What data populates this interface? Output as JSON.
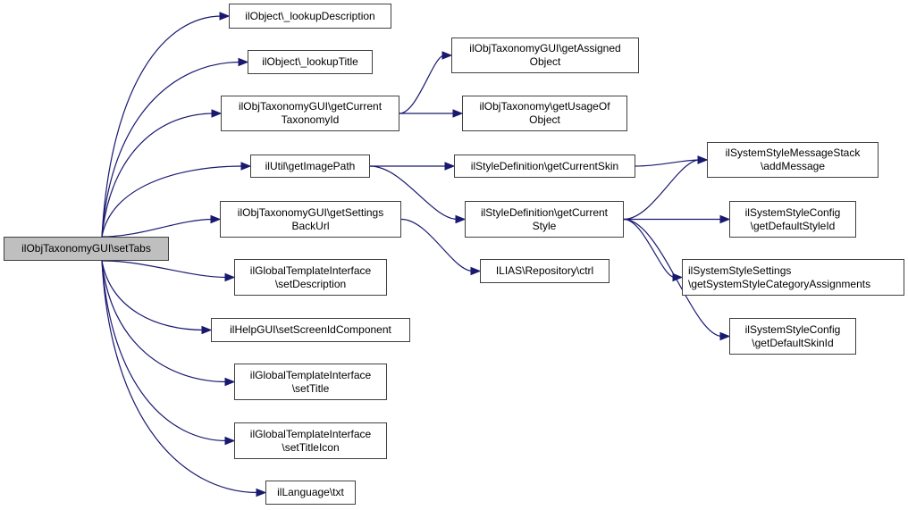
{
  "edge_color": "#191970",
  "nodes": {
    "root": "ilObjTaxonomyGUI\\setTabs",
    "lookupDescription": "ilObject\\_lookupDescription",
    "lookupTitle": "ilObject\\_lookupTitle",
    "getCurrentTaxonomyId": "ilObjTaxonomyGUI\\getCurrent\nTaxonomyId",
    "getAssignedObject": "ilObjTaxonomyGUI\\getAssigned\nObject",
    "getUsageOfObject": "ilObjTaxonomy\\getUsageOf\nObject",
    "getImagePath": "ilUtil\\getImagePath",
    "getCurrentSkin": "ilStyleDefinition\\getCurrentSkin",
    "addMessage": "ilSystemStyleMessageStack\n\\addMessage",
    "getSettingsBackUrl": "ilObjTaxonomyGUI\\getSettings\nBackUrl",
    "getCurrentStyle": "ilStyleDefinition\\getCurrent\nStyle",
    "getDefaultStyleId": "ilSystemStyleConfig\n\\getDefaultStyleId",
    "setDescription": "ilGlobalTemplateInterface\n\\setDescription",
    "repositoryCtrl": "ILIAS\\Repository\\ctrl",
    "getSystemStyleCategoryAssignments": "ilSystemStyleSettings\n\\getSystemStyleCategoryAssignments",
    "setScreenIdComponent": "ilHelpGUI\\setScreenIdComponent",
    "getDefaultSkinId": "ilSystemStyleConfig\n\\getDefaultSkinId",
    "setTitle": "ilGlobalTemplateInterface\n\\setTitle",
    "setTitleIcon": "ilGlobalTemplateInterface\n\\setTitleIcon",
    "txt": "ilLanguage\\txt"
  },
  "edges": [
    [
      "root",
      "lookupDescription"
    ],
    [
      "root",
      "lookupTitle"
    ],
    [
      "root",
      "getCurrentTaxonomyId"
    ],
    [
      "root",
      "getImagePath"
    ],
    [
      "root",
      "getSettingsBackUrl"
    ],
    [
      "root",
      "setDescription"
    ],
    [
      "root",
      "setScreenIdComponent"
    ],
    [
      "root",
      "setTitle"
    ],
    [
      "root",
      "setTitleIcon"
    ],
    [
      "root",
      "txt"
    ],
    [
      "getCurrentTaxonomyId",
      "getAssignedObject"
    ],
    [
      "getCurrentTaxonomyId",
      "getUsageOfObject"
    ],
    [
      "getImagePath",
      "getCurrentSkin"
    ],
    [
      "getImagePath",
      "getCurrentStyle"
    ],
    [
      "getSettingsBackUrl",
      "repositoryCtrl"
    ],
    [
      "getCurrentSkin",
      "addMessage"
    ],
    [
      "getCurrentStyle",
      "addMessage"
    ],
    [
      "getCurrentStyle",
      "getDefaultStyleId"
    ],
    [
      "getCurrentStyle",
      "getSystemStyleCategoryAssignments"
    ],
    [
      "getCurrentStyle",
      "getDefaultSkinId"
    ]
  ]
}
